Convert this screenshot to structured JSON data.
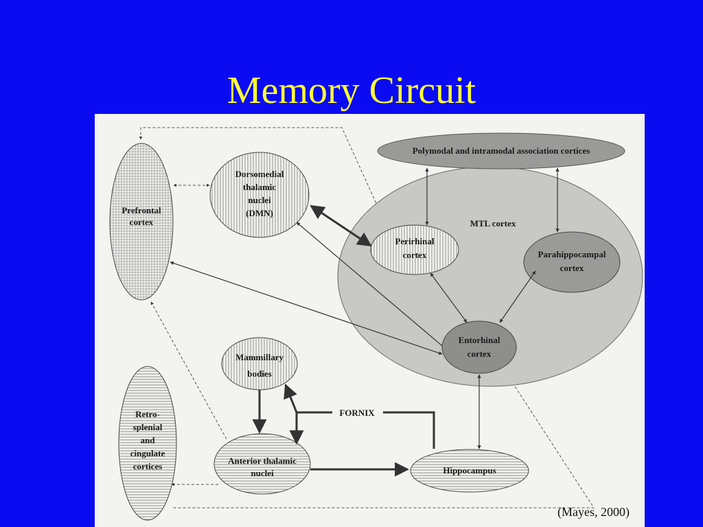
{
  "slide": {
    "title": "Memory Circuit",
    "citation": "(Mayes, 2000)",
    "background_color": "#0b0bf2",
    "title_color": "#ffff33"
  },
  "diagram": {
    "nodes": {
      "polymodal": [
        "Polymodal and intramodal association cortices"
      ],
      "mtl": [
        "MTL cortex"
      ],
      "prefrontal": [
        "Prefrontal",
        "cortex"
      ],
      "dorsomedial": [
        "Dorsomedial",
        "thalamic",
        "nuclei",
        "(DMN)"
      ],
      "perirhinal": [
        "Perirhinal",
        "cortex"
      ],
      "parahippocampal": [
        "Parahippocampal",
        "cortex"
      ],
      "entorhinal": [
        "Entorhinal",
        "cortex"
      ],
      "mammillary": [
        "Mammillary",
        "bodies"
      ],
      "retrosplenial": [
        "Retro-",
        "splenial",
        "and",
        "cingulate",
        "cortices"
      ],
      "anterior_thalamic": [
        "Anterior thalamic",
        "nuclei"
      ],
      "hippocampus": [
        "Hippocampus"
      ]
    },
    "fornix_label": "FORNIX"
  }
}
